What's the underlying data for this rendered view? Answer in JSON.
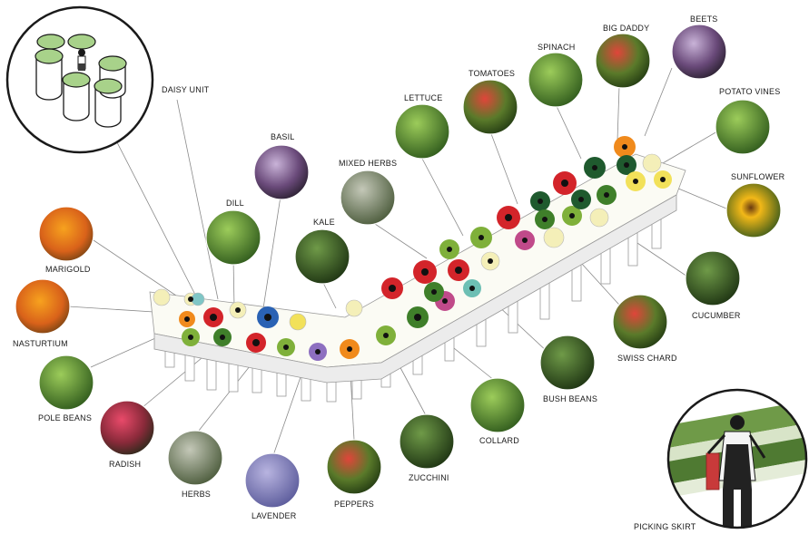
{
  "labels": {
    "daisy_unit": "DAISY UNIT",
    "basil": "BASIL",
    "dill": "DILL",
    "marigold": "MARIGOLD",
    "nasturtium": "NASTURTIUM",
    "pole_beans": "POLE BEANS",
    "radish": "RADISH",
    "herbs": "HERBS",
    "lavender": "LAVENDER",
    "peppers": "PEPPERS",
    "zucchini": "ZUCCHINI",
    "collard": "COLLARD",
    "bush_beans": "BUSH BEANS",
    "swiss_chard": "SWISS CHARD",
    "cucumber": "CUCUMBER",
    "sunflower": "SUNFLOWER",
    "potato_vines": "POTATO VINES",
    "beets": "BEETS",
    "big_daddy": "BIG DADDY",
    "spinach": "SPINACH",
    "tomatoes": "TOMATOES",
    "lettuce": "LETTUCE",
    "mixed_herbs": "MIXED HERBS",
    "kale": "KALE",
    "picking_skirt": "PICKING SKIRT"
  },
  "colors": {
    "leafy_green": "#3f7f2a",
    "bright_green": "#7fb03a",
    "flower_red": "#d3242a",
    "flower_orange": "#f08a1c",
    "flower_yellow": "#f2e15a",
    "flower_blue": "#2a62b4",
    "flower_pink": "#c04a8a",
    "flower_purple": "#8d6fc0",
    "flower_teal": "#6dbfb4",
    "dark_green": "#1f5a2e",
    "cream": "#f4f1d2"
  }
}
